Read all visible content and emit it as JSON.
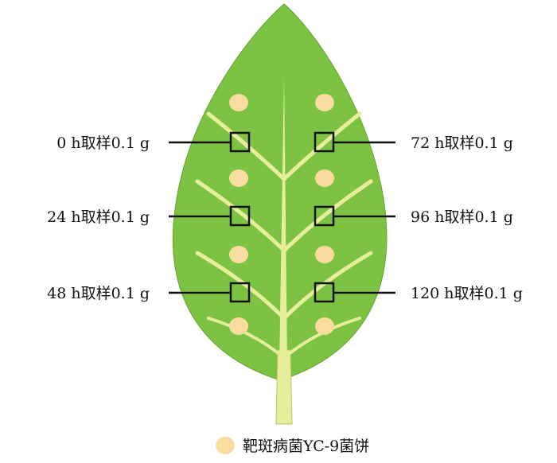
{
  "diagram": {
    "labels": {
      "left_top": "0 h取样0.1 g",
      "left_mid": "24 h取样0.1 g",
      "left_bottom": "48 h取样0.1 g",
      "right_top": "72 h取样0.1 g",
      "right_mid": "96 h取样0.1 g",
      "right_bottom": "120 h取样0.1 g"
    },
    "legend": {
      "label": "靶斑病菌YC-9菌饼"
    },
    "colors": {
      "leaf": "#7dc242",
      "vein": "#e6ee9c",
      "disc": "#fbdca0",
      "box": "#111111"
    }
  }
}
